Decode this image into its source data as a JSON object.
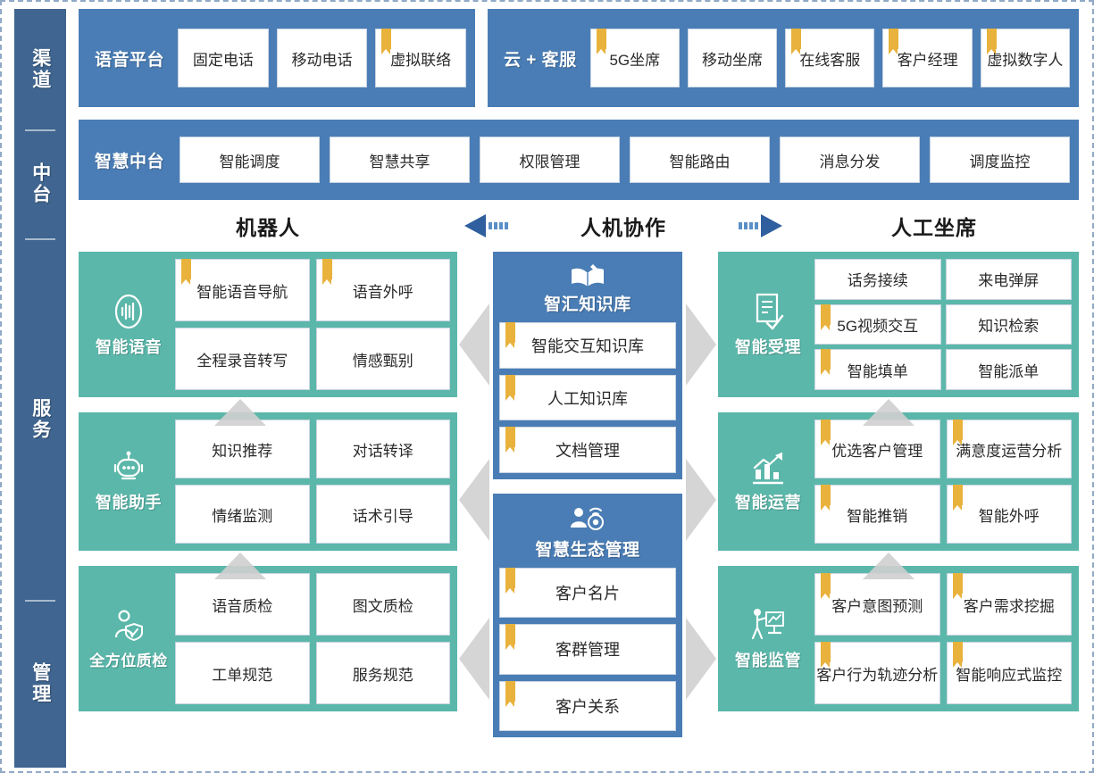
{
  "colors": {
    "blue": "#4a7db5",
    "rail_blue": "#3f6590",
    "teal": "#5bb7aa",
    "ribbon_gold": "#e8b23c",
    "cell_white": "#ffffff",
    "border_dashed": "#8fa9c6"
  },
  "rail": {
    "segments": [
      {
        "label": "渠道"
      },
      {
        "label": "中台"
      },
      {
        "label": "服务"
      },
      {
        "label": "管理"
      }
    ]
  },
  "channel": {
    "voice_platform": {
      "title": "语音平台",
      "items": [
        {
          "label": "固定电话",
          "ribbon": false
        },
        {
          "label": "移动电话",
          "ribbon": false
        },
        {
          "label": "虚拟联络",
          "ribbon": true
        }
      ]
    },
    "cloud_service": {
      "title": "云 + 客服",
      "items": [
        {
          "label": "5G坐席",
          "ribbon": true
        },
        {
          "label": "移动坐席",
          "ribbon": false
        },
        {
          "label": "在线客服",
          "ribbon": true
        },
        {
          "label": "客户经理",
          "ribbon": true
        },
        {
          "label": "虚拟数字人",
          "ribbon": true
        }
      ]
    }
  },
  "platform": {
    "title": "智慧中台",
    "items": [
      {
        "label": "智能调度",
        "ribbon": false
      },
      {
        "label": "智慧共享",
        "ribbon": false
      },
      {
        "label": "权限管理",
        "ribbon": false
      },
      {
        "label": "智能路由",
        "ribbon": false
      },
      {
        "label": "消息分发",
        "ribbon": false
      },
      {
        "label": "调度监控",
        "ribbon": false
      }
    ]
  },
  "headings": {
    "left": "机器人",
    "center": "人机协作",
    "right": "人工坐席",
    "arrow_left_icon": "arrow-left",
    "arrow_right_icon": "arrow-right"
  },
  "left_panels": [
    {
      "title": "智能语音",
      "icon": "voice-wave-icon",
      "cells": [
        {
          "label": "智能语音导航",
          "ribbon": true
        },
        {
          "label": "语音外呼",
          "ribbon": true
        },
        {
          "label": "全程录音转写",
          "ribbon": false
        },
        {
          "label": "情感甄别",
          "ribbon": false
        }
      ]
    },
    {
      "title": "智能助手",
      "icon": "robot-icon",
      "cells": [
        {
          "label": "知识推荐",
          "ribbon": false
        },
        {
          "label": "对话转译",
          "ribbon": false
        },
        {
          "label": "情绪监测",
          "ribbon": false
        },
        {
          "label": "话术引导",
          "ribbon": false
        }
      ]
    },
    {
      "title": "全方位质检",
      "icon": "person-shield-icon",
      "cells": [
        {
          "label": "语音质检",
          "ribbon": false
        },
        {
          "label": "图文质检",
          "ribbon": false
        },
        {
          "label": "工单规范",
          "ribbon": false
        },
        {
          "label": "服务规范",
          "ribbon": false
        }
      ]
    }
  ],
  "center_stacks": [
    {
      "title": "智汇知识库",
      "icon": "open-book-icon",
      "cells": [
        {
          "label": "智能交互知识库",
          "ribbon": true
        },
        {
          "label": "人工知识库",
          "ribbon": true
        },
        {
          "label": "文档管理",
          "ribbon": true
        }
      ]
    },
    {
      "title": "智慧生态管理",
      "icon": "user-network-icon",
      "cells": [
        {
          "label": "客户名片",
          "ribbon": true
        },
        {
          "label": "客群管理",
          "ribbon": true
        },
        {
          "label": "客户关系",
          "ribbon": true
        }
      ]
    }
  ],
  "right_panels": [
    {
      "title": "智能受理",
      "icon": "document-check-icon",
      "rows": 3,
      "cells": [
        {
          "label": "话务接续",
          "ribbon": false
        },
        {
          "label": "来电弹屏",
          "ribbon": false
        },
        {
          "label": "5G视频交互",
          "ribbon": true
        },
        {
          "label": "知识检索",
          "ribbon": false
        },
        {
          "label": "智能填单",
          "ribbon": true
        },
        {
          "label": "智能派单",
          "ribbon": false
        }
      ]
    },
    {
      "title": "智能运营",
      "icon": "growth-chart-icon",
      "rows": 2,
      "cells": [
        {
          "label": "优选客户管理",
          "ribbon": true
        },
        {
          "label": "满意度运营分析",
          "ribbon": true
        },
        {
          "label": "智能推销",
          "ribbon": true
        },
        {
          "label": "智能外呼",
          "ribbon": true
        }
      ]
    },
    {
      "title": "智能监管",
      "icon": "presenter-chart-icon",
      "rows": 2,
      "cells": [
        {
          "label": "客户意图预测",
          "ribbon": true
        },
        {
          "label": "客户需求挖掘",
          "ribbon": true
        },
        {
          "label": "客户行为轨迹分析",
          "ribbon": true
        },
        {
          "label": "智能响应式监控",
          "ribbon": true
        }
      ]
    }
  ],
  "connectors": {
    "chevron_right_icon": "chevron-right",
    "chevron_left_icon": "chevron-left",
    "triangle_up_icon": "triangle-up"
  }
}
